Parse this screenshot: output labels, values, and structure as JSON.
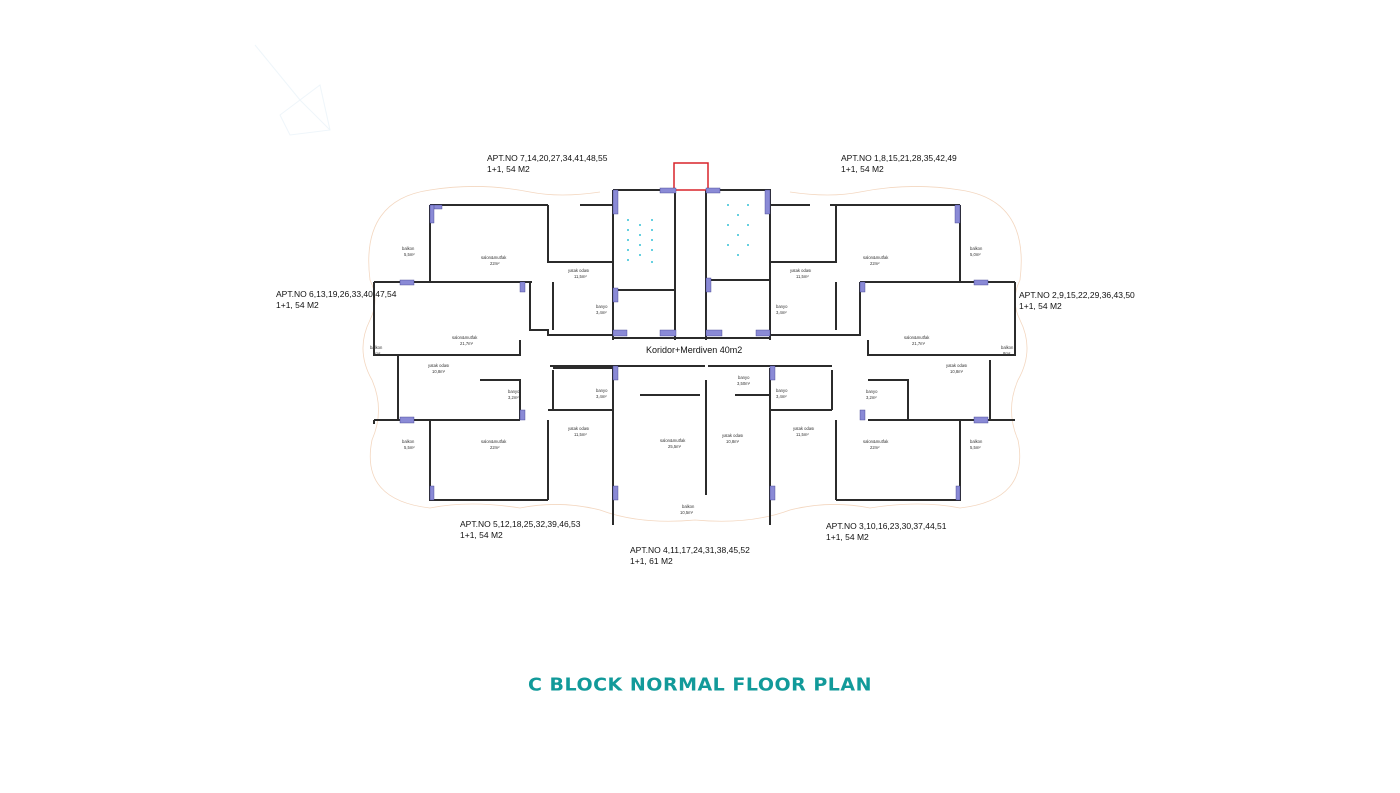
{
  "title": "C BLOCK NORMAL FLOOR PLAN",
  "corridor": "Koridor+Merdiven 40m2",
  "apartments": [
    {
      "id": "top-left",
      "line1": "APT.NO 7,14,20,27,34,41,48,55",
      "line2": "1+1, 54 M2"
    },
    {
      "id": "top-right",
      "line1": "APT.NO 1,8,15,21,28,35,42,49",
      "line2": "1+1, 54 M2"
    },
    {
      "id": "mid-left",
      "line1": "APT.NO 6,13,19,26,33,40,47,54",
      "line2": "1+1, 54 M2"
    },
    {
      "id": "mid-right",
      "line1": "APT.NO 2,9,15,22,29,36,43,50",
      "line2": "1+1, 54 M2"
    },
    {
      "id": "bottom-left",
      "line1": "APT.NO 5,12,18,25,32,39,46,53",
      "line2": "1+1, 54 M2"
    },
    {
      "id": "bottom-right",
      "line1": "APT.NO 3,10,16,23,30,37,44,51",
      "line2": "1+1, 54 M2"
    },
    {
      "id": "bottom-center",
      "line1": "APT.NO 4,11,17,24,31,38,45,52",
      "line2": "1+1, 61 M2"
    }
  ],
  "rooms": [
    {
      "name": "balkon",
      "area": "5,5m²"
    },
    {
      "name": "salon&mutfak",
      "area": "22m²"
    },
    {
      "name": "yatak odası",
      "area": "11,5m²"
    },
    {
      "name": "banyo",
      "area": "3,4m²"
    },
    {
      "name": "balkon",
      "area": "5,0m²"
    },
    {
      "name": "salon&mutfak",
      "area": "22m²"
    },
    {
      "name": "yatak odası",
      "area": "11,5m²"
    },
    {
      "name": "banyo",
      "area": "3,4m²"
    },
    {
      "name": "balkon",
      "area": "8m²"
    },
    {
      "name": "salon&mutfak",
      "area": "21,7m²"
    },
    {
      "name": "yatak odası",
      "area": "10,8m²"
    },
    {
      "name": "banyo",
      "area": "3,2m²"
    },
    {
      "name": "balkon",
      "area": "8m²"
    },
    {
      "name": "salon&mutfak",
      "area": "21,7m²"
    },
    {
      "name": "yatak odası",
      "area": "10,8m²"
    },
    {
      "name": "banyo",
      "area": "3,2m²"
    },
    {
      "name": "balkon",
      "area": "5,5m²"
    },
    {
      "name": "salon&mutfak",
      "area": "22m²"
    },
    {
      "name": "yatak odası",
      "area": "11,5m²"
    },
    {
      "name": "banyo",
      "area": "3,4m²"
    },
    {
      "name": "balkon",
      "area": "5,5m²"
    },
    {
      "name": "salon&mutfak",
      "area": "22m²"
    },
    {
      "name": "yatak odası",
      "area": "11,5m²"
    },
    {
      "name": "banyo",
      "area": "3,4m²"
    },
    {
      "name": "salon&mutfak",
      "area": "25,5m²"
    },
    {
      "name": "yatak odası",
      "area": "10,8m²"
    },
    {
      "name": "banyo",
      "area": "3,50m²"
    },
    {
      "name": "balkon",
      "area": "10,5m²"
    }
  ],
  "colors": {
    "wall": "#2b2b2b",
    "column": "#8a8ad6",
    "stair": "#36c2d6",
    "railing": "#f0c8a0",
    "shaft": "#d8232a",
    "title": "#129a9a"
  }
}
